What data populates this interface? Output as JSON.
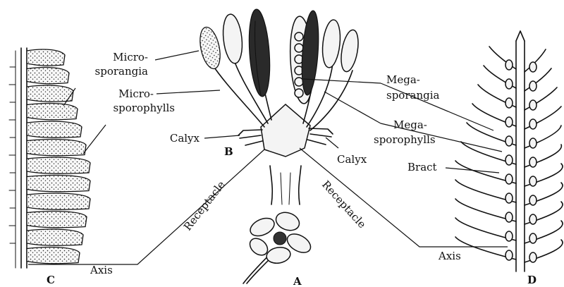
{
  "labels": {
    "micro_sporangia": [
      "Micro-",
      "sporangia"
    ],
    "micro_sporophylls": [
      "Micro-",
      "sporophylls"
    ],
    "calyx_left": "Calyx",
    "calyx_right": "Calyx",
    "receptacle_left": "Receptacle",
    "receptacle_right": "Receptacle",
    "mega_sporangia": [
      "Mega-",
      "sporangia"
    ],
    "mega_sporophylls": [
      "Mega-",
      "sporophylls"
    ],
    "bract": "Bract",
    "axis_left": "Axis",
    "axis_right": "Axis"
  },
  "panels": {
    "a": "A",
    "b": "B",
    "c": "C",
    "d": "D"
  }
}
